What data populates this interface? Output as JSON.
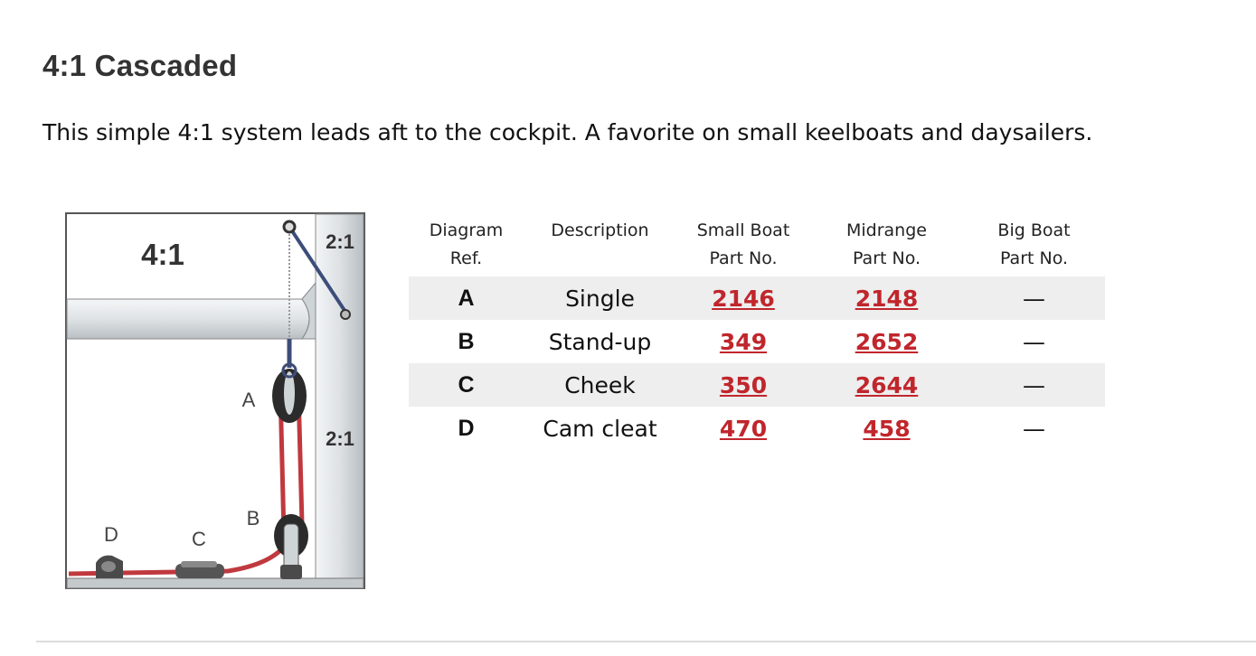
{
  "section": {
    "title": "4:1 Cascaded",
    "intro": "This simple 4:1 system leads aft to the cockpit. A favorite on small keelboats and daysailers."
  },
  "diagram": {
    "labels": {
      "main_ratio": "4:1",
      "upper_ratio": "2:1",
      "lower_ratio": "2:1",
      "a": "A",
      "b": "B",
      "c": "C",
      "d": "D"
    },
    "colors": {
      "line": "#c0393f",
      "wire": "#3d4d7a",
      "metal": "#d8dcdf"
    }
  },
  "table": {
    "headers": [
      {
        "line1": "Diagram",
        "line2": "Ref."
      },
      {
        "line1": "Description",
        "line2": ""
      },
      {
        "line1": "Small Boat",
        "line2": "Part No."
      },
      {
        "line1": "Midrange",
        "line2": "Part No."
      },
      {
        "line1": "Big Boat",
        "line2": "Part No."
      }
    ],
    "rows": [
      {
        "ref": "A",
        "desc": "Single",
        "small": "2146",
        "mid": "2148",
        "big": "—"
      },
      {
        "ref": "B",
        "desc": "Stand-up",
        "small": "349",
        "mid": "2652",
        "big": "—"
      },
      {
        "ref": "C",
        "desc": "Cheek",
        "small": "350",
        "mid": "2644",
        "big": "—"
      },
      {
        "ref": "D",
        "desc": "Cam cleat",
        "small": "470",
        "mid": "458",
        "big": "—"
      }
    ],
    "colors": {
      "link": "#c0262c",
      "shade": "#eeeeee"
    }
  }
}
